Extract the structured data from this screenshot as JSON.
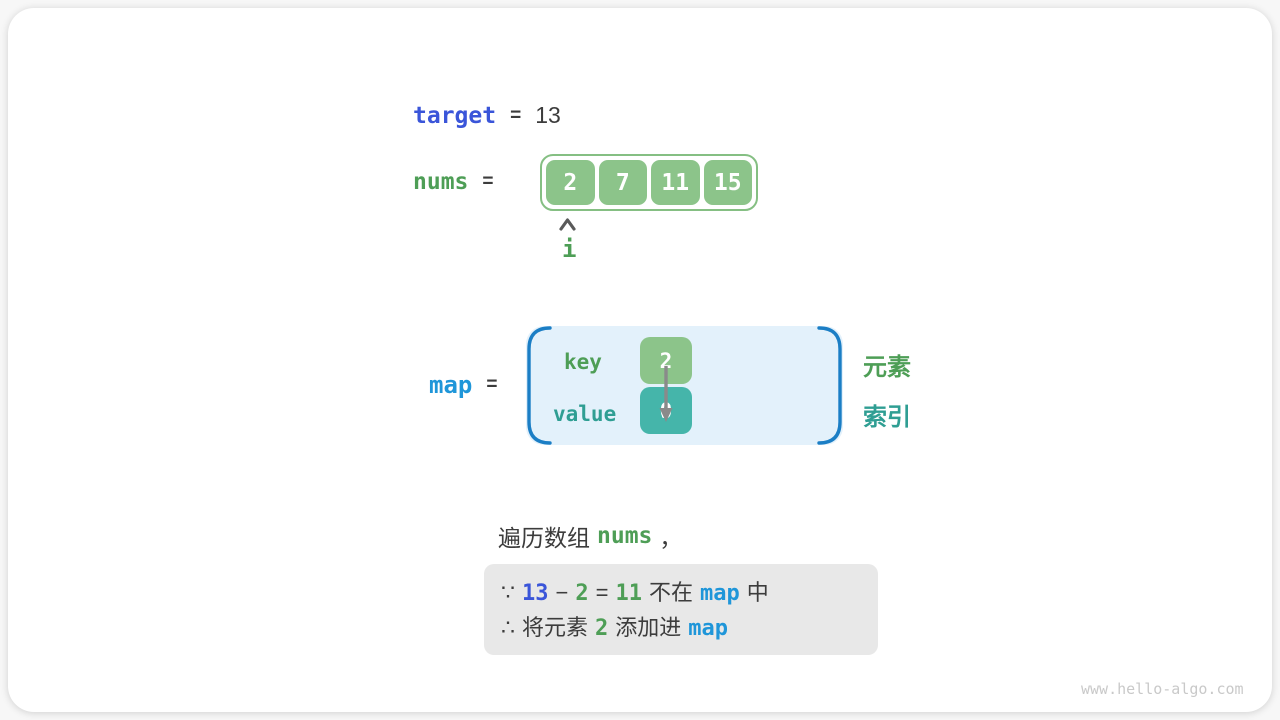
{
  "colors": {
    "royal_blue": "#3a55d9",
    "azure_blue": "#1f96d9",
    "green_text": "#4e9e56",
    "green_box": "#8cc48a",
    "teal_text": "#2f9e93",
    "teal_box": "#45b5aa",
    "dark_text": "#3c3c3c",
    "map_fill": "#e3f1fb",
    "map_brace": "#1b7ec5",
    "note_bg": "#e8e8e8"
  },
  "target_line": {
    "keyword": "target",
    "op": "=",
    "value": "13"
  },
  "nums_line": {
    "keyword": "nums",
    "op": "="
  },
  "array": {
    "cells": [
      "2",
      "7",
      "11",
      "15"
    ],
    "pointer_label": "i"
  },
  "map_line": {
    "keyword": "map",
    "op": "="
  },
  "map_table": {
    "key_label": "key",
    "key_value": "2",
    "value_label": "value",
    "value_value": "0"
  },
  "side_labels": {
    "element": "元素",
    "index": "索引"
  },
  "caption": {
    "segments": [
      {
        "text": "遍历数组",
        "style": "dark"
      },
      {
        "text": "nums",
        "style": "green-code"
      },
      {
        "text": "，",
        "style": "dark"
      }
    ]
  },
  "note": {
    "line1": [
      {
        "text": "∵",
        "style": "dark"
      },
      {
        "text": "13",
        "style": "blue-code"
      },
      {
        "text": "−",
        "style": "dark"
      },
      {
        "text": "2",
        "style": "green-code"
      },
      {
        "text": "=",
        "style": "dark"
      },
      {
        "text": "11",
        "style": "green-code"
      },
      {
        "text": "不在",
        "style": "dark"
      },
      {
        "text": "map",
        "style": "azure-code"
      },
      {
        "text": "中",
        "style": "dark"
      }
    ],
    "line2": [
      {
        "text": "∴",
        "style": "dark"
      },
      {
        "text": "将元素",
        "style": "dark"
      },
      {
        "text": "2",
        "style": "green-code"
      },
      {
        "text": "添加进",
        "style": "dark"
      },
      {
        "text": "map",
        "style": "azure-code"
      }
    ]
  },
  "watermark": "www.hello-algo.com"
}
